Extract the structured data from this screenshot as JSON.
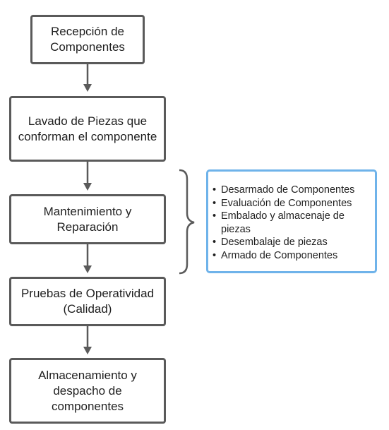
{
  "flow_steps": [
    {
      "id": "b1",
      "label": "Recepción de Componentes"
    },
    {
      "id": "b2",
      "label": "Lavado de Piezas que conforman el componente"
    },
    {
      "id": "b3",
      "label": "Mantenimiento y Reparación"
    },
    {
      "id": "b4",
      "label": "Pruebas de Operatividad (Calidad)"
    },
    {
      "id": "b5",
      "label": "Almacenamiento y despacho de componentes"
    }
  ],
  "note": {
    "items": [
      "Desarmado de Componentes",
      "Evaluación de Componentes",
      "Embalado y almacenaje de piezas",
      "Desembalaje de piezas",
      "Armado de Componentes"
    ]
  },
  "colors": {
    "box_border": "#5a5a5a",
    "note_border": "#6fb3ea",
    "arrow": "#5a5a5a"
  }
}
